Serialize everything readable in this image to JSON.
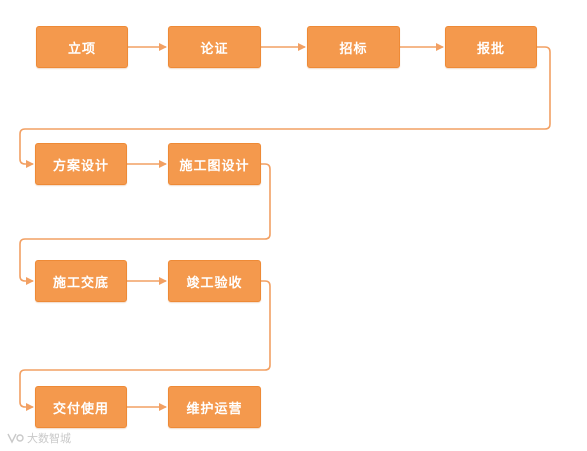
{
  "colors": {
    "node_fill": "#f4994d",
    "node_border": "#ee8a36",
    "connector": "#f2a063",
    "node_text": "#ffffff",
    "watermark": "#c9c9c9"
  },
  "steps": [
    {
      "id": "lixiang",
      "label": "立项"
    },
    {
      "id": "lunzheng",
      "label": "论证"
    },
    {
      "id": "zhaobiao",
      "label": "招标"
    },
    {
      "id": "baopi",
      "label": "报批"
    },
    {
      "id": "fangan-sheji",
      "label": "方案设计"
    },
    {
      "id": "shigongtu-sheji",
      "label": "施工图设计"
    },
    {
      "id": "shigong-jiaodi",
      "label": "施工交底"
    },
    {
      "id": "jungong-yanshou",
      "label": "竣工验收"
    },
    {
      "id": "jiaofu-shiyong",
      "label": "交付使用"
    },
    {
      "id": "weihu-yunying",
      "label": "维护运营"
    }
  ],
  "watermark": {
    "icon": "watermark-logo-icon",
    "text": "大数智城"
  }
}
